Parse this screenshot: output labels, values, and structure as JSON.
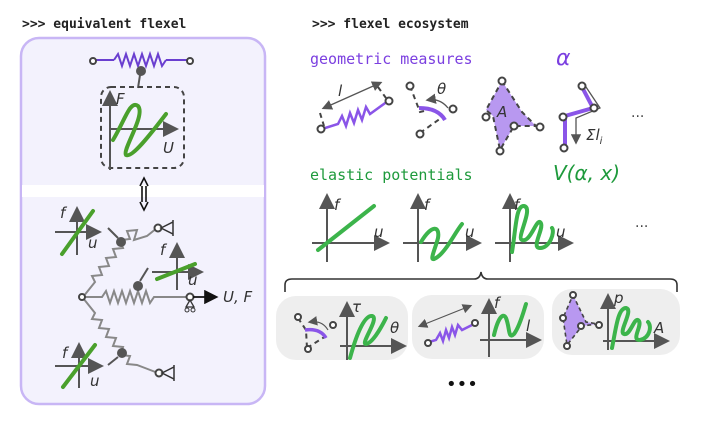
{
  "left": {
    "title": ">>> equivalent flexel",
    "big_plot": {
      "y_label": "F",
      "x_label": "U"
    },
    "network": {
      "output_label": "U, F",
      "plot_y_label": "f",
      "plot_x_label": "u"
    }
  },
  "right": {
    "title": ">>> flexel ecosystem",
    "geometric": {
      "label": "geometric measures",
      "symbol": "α",
      "length_label": "l",
      "angle_label": "θ",
      "area_label": "A",
      "sum_label": "Σl",
      "sum_sub": "i",
      "more": "..."
    },
    "elastic": {
      "label": "elastic potentials",
      "symbol": "V(α, x)",
      "y_label": "f",
      "x_label": "u",
      "more": "..."
    },
    "combos": [
      {
        "y_label": "τ",
        "x_label": "θ"
      },
      {
        "y_label": "f",
        "x_label": "l"
      },
      {
        "y_label": "p",
        "x_label": "A"
      }
    ],
    "more": "•••"
  },
  "colors": {
    "purple": "#7b3fe0",
    "green": "#1e9a3c",
    "panel_fill": "#f3f2fd",
    "panel_border": "#c8b6f5"
  }
}
